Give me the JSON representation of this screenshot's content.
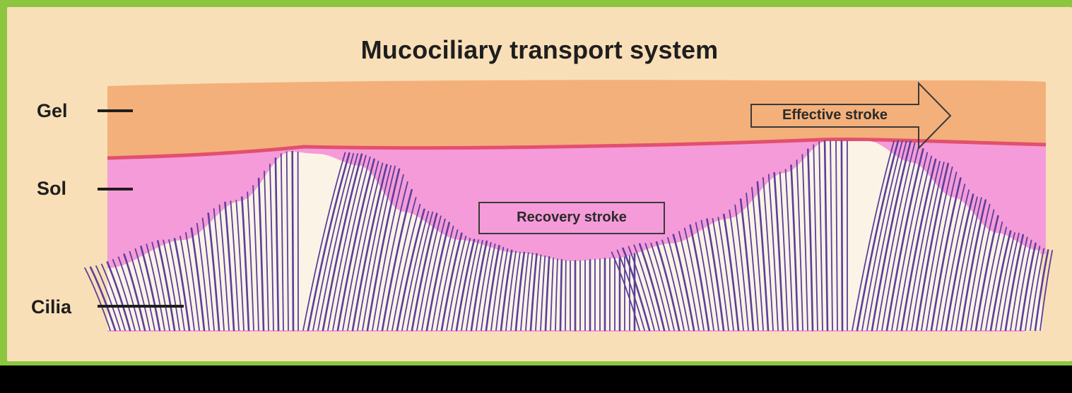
{
  "title": "Mucociliary transport system",
  "layers": {
    "gel": "Gel",
    "sol": "Sol",
    "cilia": "Cilia"
  },
  "annotations": {
    "effective_stroke": "Effective stroke",
    "recovery_stroke": "Recovery stroke"
  },
  "colors": {
    "frame": "#8cc63f",
    "background": "#f9dfb7",
    "gel_layer": "#f4b07a",
    "sol_layer": "#f59bd9",
    "boundary_line": "#e2506f",
    "cilia": "#5a3f9a",
    "cilia_gap": "#fbf3e6"
  }
}
